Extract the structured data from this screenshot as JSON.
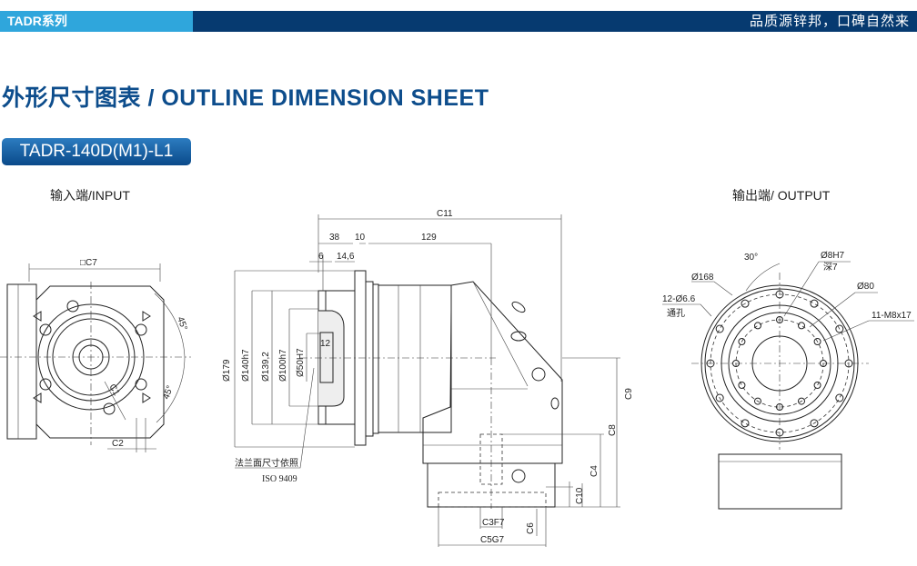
{
  "header": {
    "series": "TADR系列",
    "slogan": "品质源锌邦，口碑自然来"
  },
  "title": "外形尺寸图表 / OUTLINE DIMENSION SHEET",
  "model": "TADR-140D(M1)-L1",
  "views": {
    "input": "输入端/INPUT",
    "output": "输出端/ OUTPUT"
  },
  "input_dims": {
    "c7": "□C7",
    "a1": "45°",
    "a2": "45°",
    "c1": "C1",
    "c2": "C2"
  },
  "side_dims": {
    "c11": "C11",
    "d38": "38",
    "d10": "10",
    "d129": "129",
    "d6": "6",
    "d14": "14,6",
    "d179": "Ø179",
    "d140": "Ø140h7",
    "d139": "Ø139,2",
    "d100": "Ø100h7",
    "d50": "Ø50H7",
    "d12": "12",
    "c9": "C9",
    "c8": "C8",
    "c4": "C4",
    "c10": "C10",
    "c3": "C3F7",
    "c6": "C6",
    "c5": "C5G7",
    "note1": "法兰面尺寸依照",
    "note2": "ISO 9409"
  },
  "output_dims": {
    "a30": "30°",
    "d168": "Ø168",
    "holes": "12-Ø6.6",
    "through": "通孔",
    "pin": "Ø8H7",
    "depth": "深7",
    "d80": "Ø80",
    "tap": "11-M8x17"
  },
  "colors": {
    "dark_blue": "#063a70",
    "light_blue": "#2fa6dc",
    "title": "#0d4d8c"
  }
}
